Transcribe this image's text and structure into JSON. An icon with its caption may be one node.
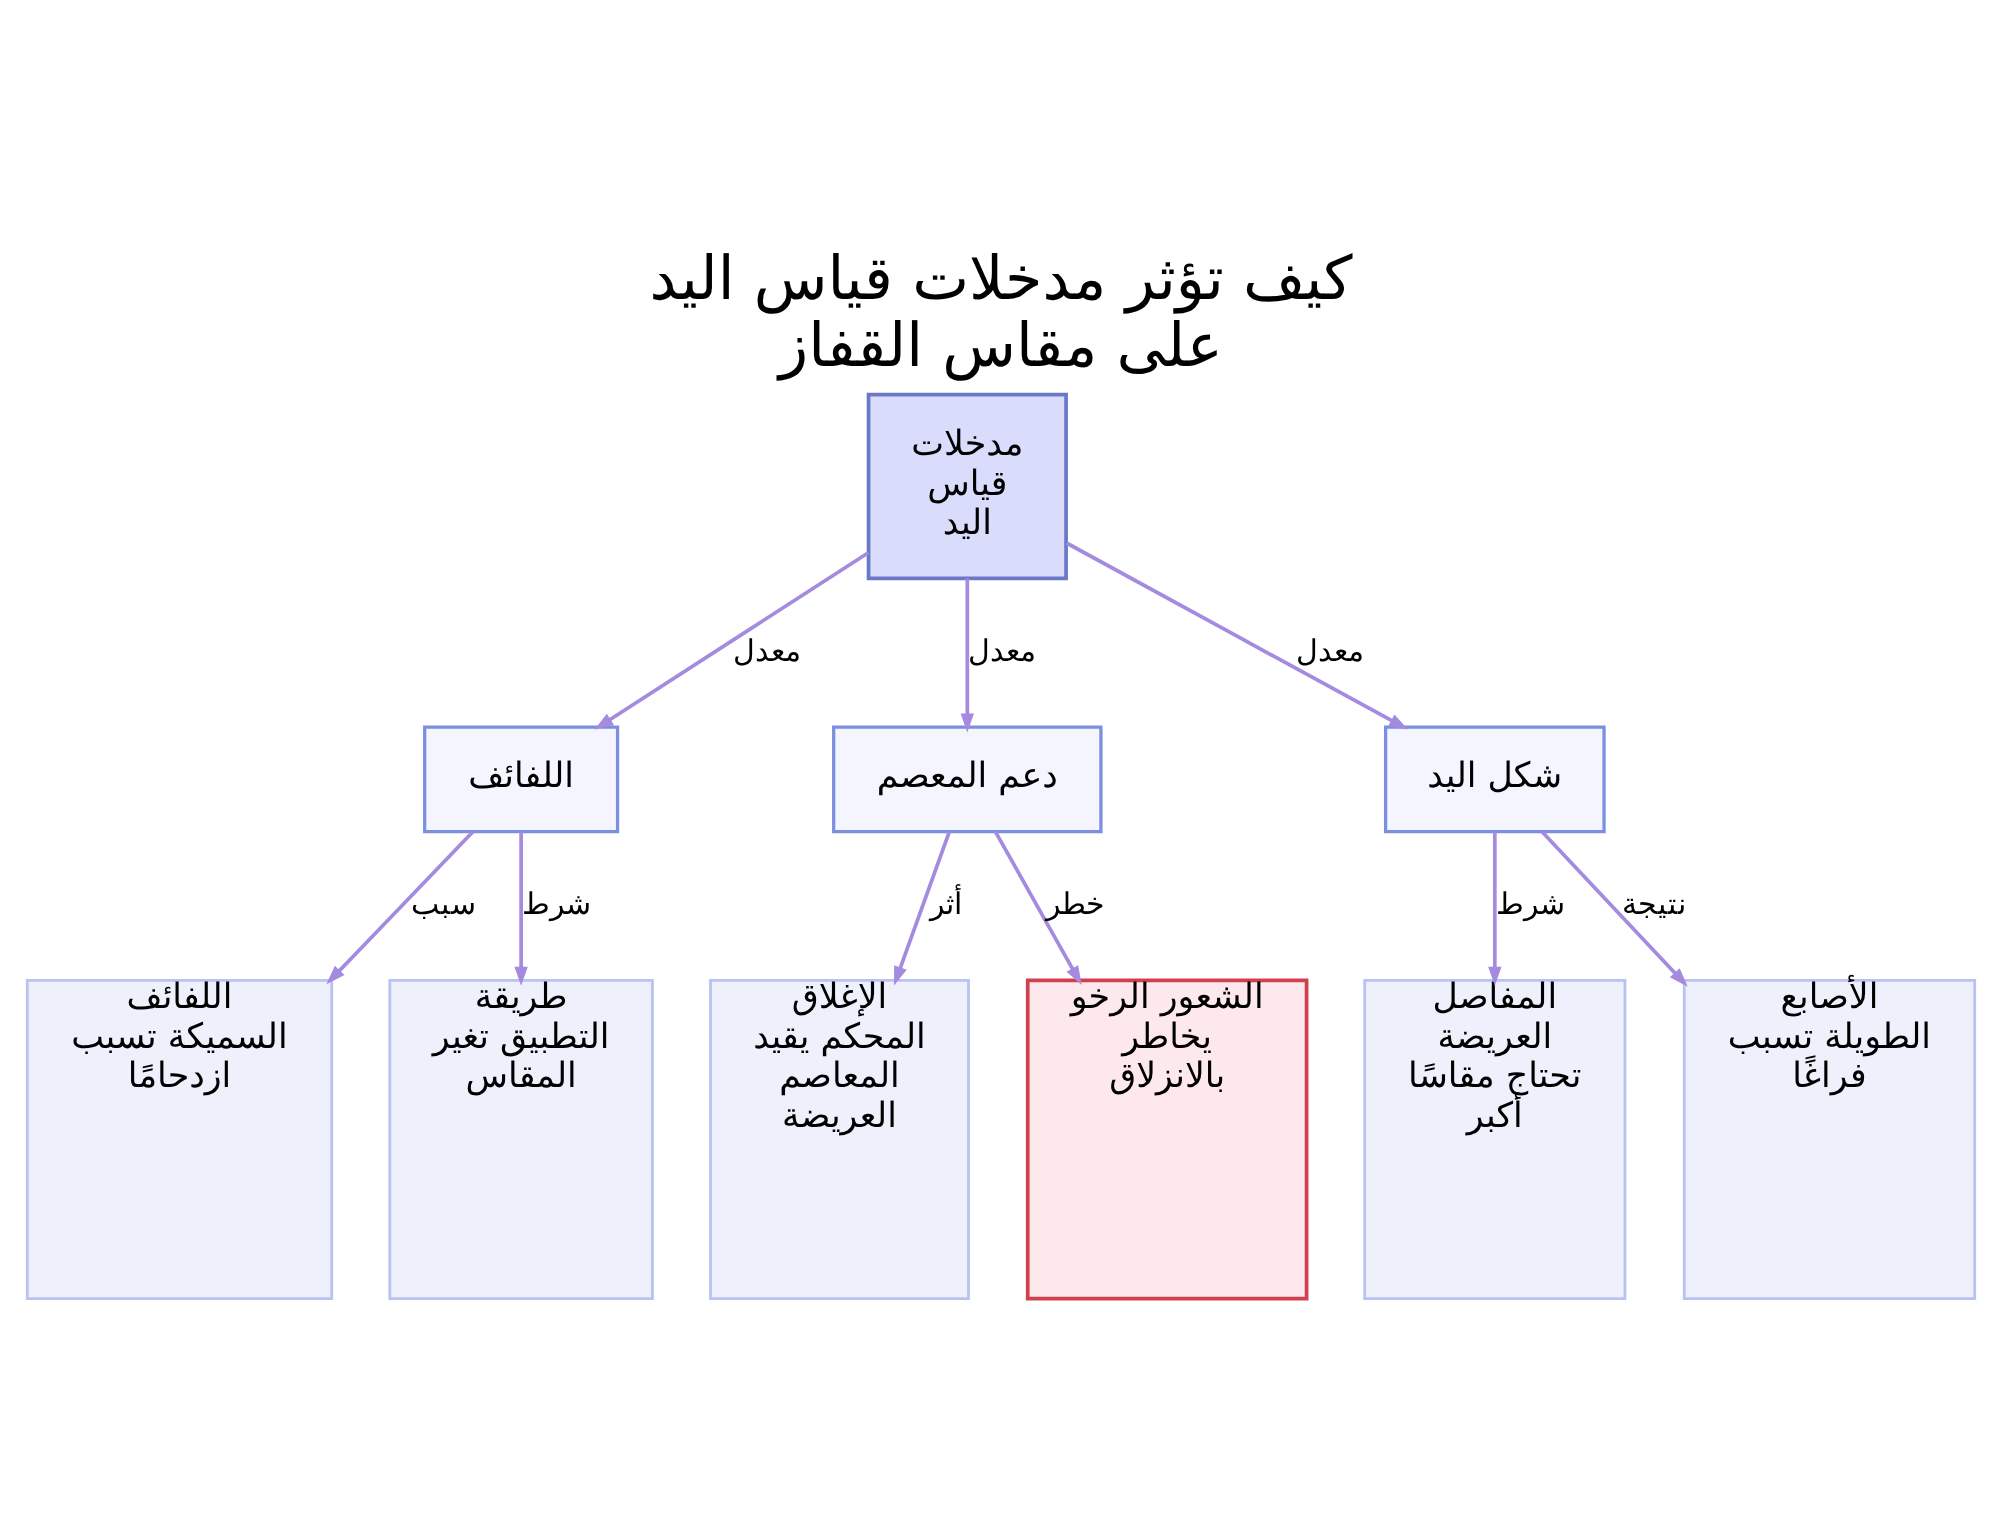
{
  "diagram": {
    "title": "كيف تؤثر مدخلات قياس اليد على مقاس القفاز",
    "nodes": [
      {
        "text": [
          "مدخلات قياس اليد"
        ]
      },
      {
        "text": [
          "اللفائف"
        ]
      },
      {
        "text": [
          "دعم المعصم"
        ]
      },
      {
        "text": [
          "شكل اليد"
        ]
      },
      {
        "text": [
          "اللفائف السميكة تسبب ازدحامًا"
        ]
      },
      {
        "text": [
          "طريقة التطبيق تغير المقاس"
        ]
      },
      {
        "text": [
          "الإغلاق المحكم يقيد المعاصم العريضة"
        ]
      },
      {
        "text": [
          "الشعور الرخو يخاطر بالانزلاق"
        ]
      },
      {
        "text": [
          "المفاصل العريضة تحتاج مقاسًا أكبر"
        ]
      },
      {
        "text": [
          "الأصابع الطويلة تسبب فراغًا"
        ]
      }
    ],
    "edges": [
      {
        "from": 0,
        "to": 1,
        "arrow": "to",
        "label": "معدل"
      },
      {
        "from": 0,
        "to": 2,
        "arrow": "to",
        "label": "معدل"
      },
      {
        "from": 0,
        "to": 3,
        "arrow": "to",
        "label": "معدل"
      },
      {
        "from": 1,
        "to": 4,
        "arrow": "to",
        "label": "سبب"
      },
      {
        "from": 1,
        "to": 5,
        "arrow": "to",
        "label": "شرط"
      },
      {
        "from": 2,
        "to": 6,
        "arrow": "to",
        "label": "أثر"
      },
      {
        "from": 2,
        "to": 7,
        "arrow": "to",
        "label": "خطر"
      },
      {
        "from": 3,
        "to": 8,
        "arrow": "to",
        "label": "شرط"
      },
      {
        "from": 3,
        "to": 9,
        "arrow": "to",
        "label": "نتيجة"
      }
    ]
  }
}
